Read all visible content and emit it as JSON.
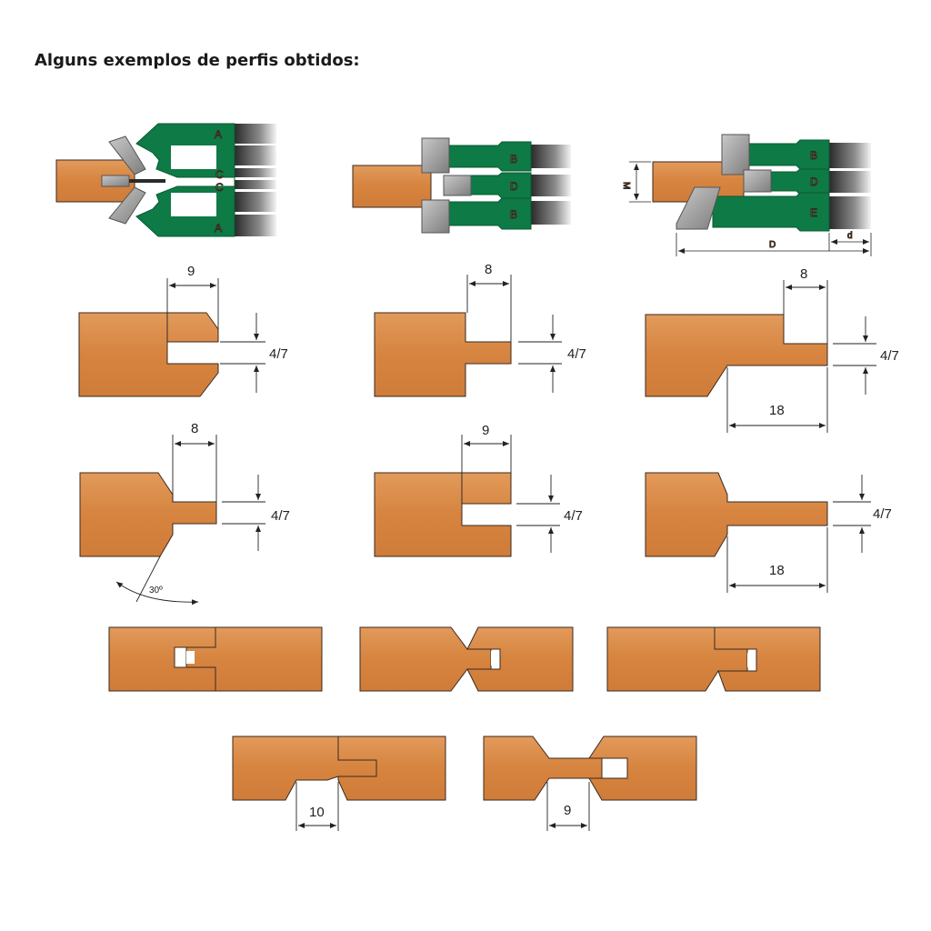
{
  "title": "Alguns exemplos de perfis obtidos:",
  "cutters": {
    "set1": {
      "top": "A",
      "mid1": "C",
      "mid2": "C",
      "bottom": "A"
    },
    "set2": {
      "top": "B",
      "mid": "D",
      "bottom": "B"
    },
    "set3": {
      "top": "B",
      "mid": "D",
      "bottom": "E",
      "height_label": "M",
      "total_label": "D",
      "depth_label": "d"
    }
  },
  "profiles": {
    "p1": {
      "depth": "9",
      "thickness": "4/7"
    },
    "p2": {
      "depth": "8",
      "thickness": "4/7"
    },
    "p3": {
      "depth": "8",
      "thickness": "4/7",
      "reach": "18"
    },
    "p4": {
      "depth": "8",
      "thickness": "4/7",
      "angle": "30º"
    },
    "p5": {
      "depth": "9",
      "thickness": "4/7"
    },
    "p6": {
      "thickness": "4/7",
      "reach": "18"
    }
  },
  "joints": {
    "j7": {
      "gap": "10"
    },
    "j8": {
      "gap": "9"
    }
  },
  "colors": {
    "wood": "#d9884a",
    "wood_edge": "#3a2a1e",
    "cutter_green": "#0e7a45",
    "cutter_grey": "#9c9c9c"
  }
}
